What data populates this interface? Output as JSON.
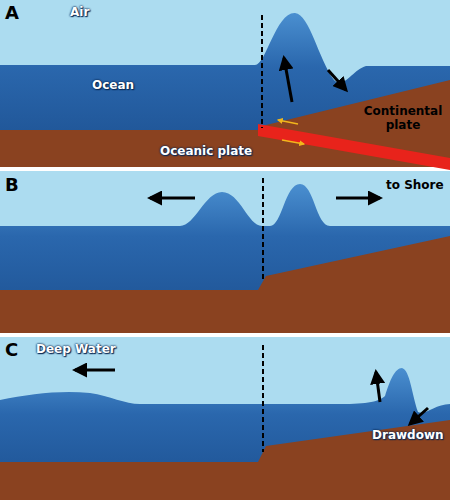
{
  "diagram": {
    "labels": [
      "A",
      "Air",
      "Ocean",
      "Continental plate",
      "Oceanic plate",
      "B",
      "to Shore",
      "C",
      "Deep Water",
      "Drawdown"
    ]
  }
}
